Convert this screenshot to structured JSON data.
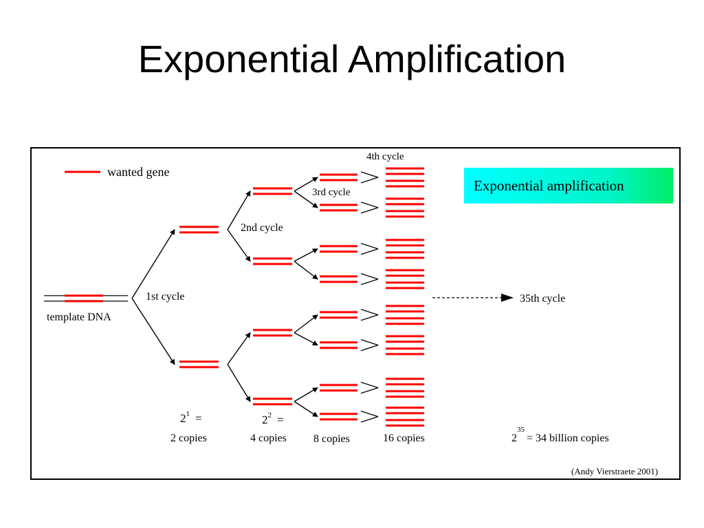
{
  "slide": {
    "title": "Exponential Amplification"
  },
  "diagram": {
    "legend_label": "wanted gene",
    "template_label": "template DNA",
    "cycle_labels": {
      "cycle1": "1st cycle",
      "cycle2": "2nd cycle",
      "cycle3": "3rd cycle",
      "cycle4": "4th cycle",
      "cycle35": "35th cycle"
    },
    "badge_text": "Exponential amplification",
    "counts": {
      "c1_power": "2",
      "c1_exp": "1",
      "c1_eq": "=",
      "c1_copies": "2 copies",
      "c2_power": "2",
      "c2_exp": "2",
      "c2_eq": "=",
      "c2_copies": "4 copies",
      "c3_copies": "8 copies",
      "c4_copies": "16 copies",
      "c35_base": "2",
      "c35_exp": "35",
      "c35_rest": "= 34 billion copies"
    },
    "credit": "(Andy Vierstraete 2001)",
    "colors": {
      "gene": "#ff0000",
      "badge_start": "#00ffff",
      "badge_end": "#00ee66",
      "frame": "#000000"
    }
  }
}
